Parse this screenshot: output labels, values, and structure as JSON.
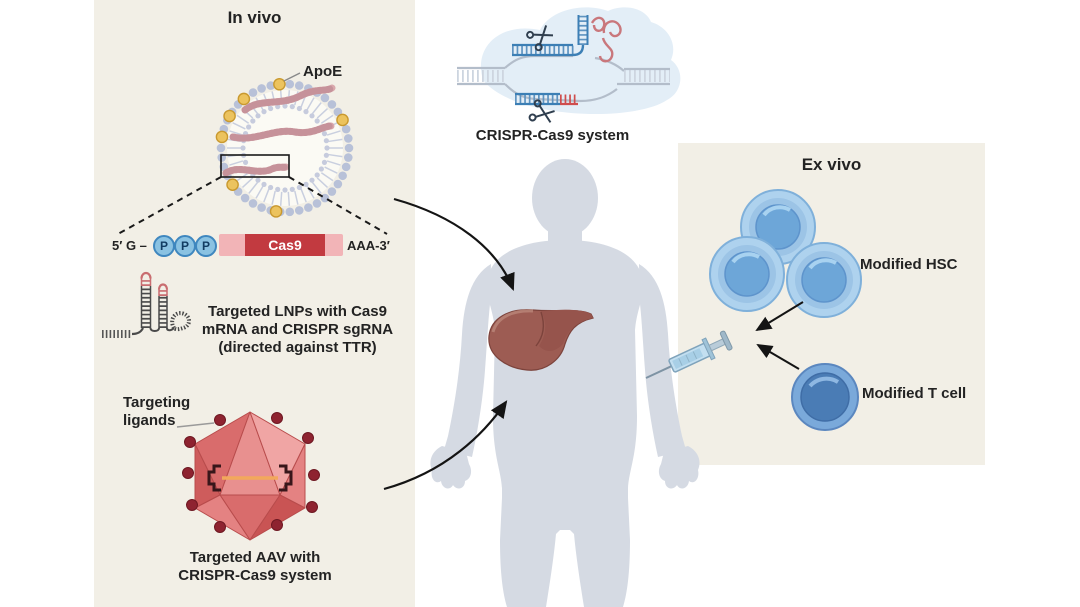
{
  "figure": {
    "description": "CRISPR-Cas9 delivery strategies: in vivo LNP/AAV delivery to liver and ex vivo cell modification"
  },
  "colors": {
    "panel_bg": "#f2efe6",
    "body_silhouette": "#d5dae3",
    "liver": "#9d5c53",
    "cas9_box_red": "#c23a40",
    "mrna_pink": "#f2b4b7",
    "phosphate_blue": "#8ac2e2",
    "apoe_yellow": "#ecc35e",
    "aav_red": "#d96c6c",
    "hsc_blue": "#6da6d8",
    "tcell_blue": "#4a7cb5",
    "guide_rna_blue": "#3c7fb5",
    "arrow_black": "#141414"
  },
  "in_vivo": {
    "title": "In vivo",
    "apoe_label": "ApoE",
    "mrna_construct": {
      "five_prime": "5′ G –",
      "phosphates": [
        "P",
        "P",
        "P"
      ],
      "gene_label": "Cas9",
      "three_prime": "AAA-3′"
    },
    "lnp_caption": [
      "Targeted LNPs with Cas9",
      "mRNA and CRISPR sgRNA",
      "(directed against TTR)"
    ],
    "targeting_ligands": [
      "Targeting",
      "ligands"
    ],
    "aav_caption": [
      "Targeted AAV with",
      "CRISPR-Cas9 system"
    ]
  },
  "center": {
    "crispr_label": "CRISPR-Cas9 system"
  },
  "ex_vivo": {
    "title": "Ex vivo",
    "hsc_label": "Modified HSC",
    "tcell_label": "Modified T cell"
  }
}
